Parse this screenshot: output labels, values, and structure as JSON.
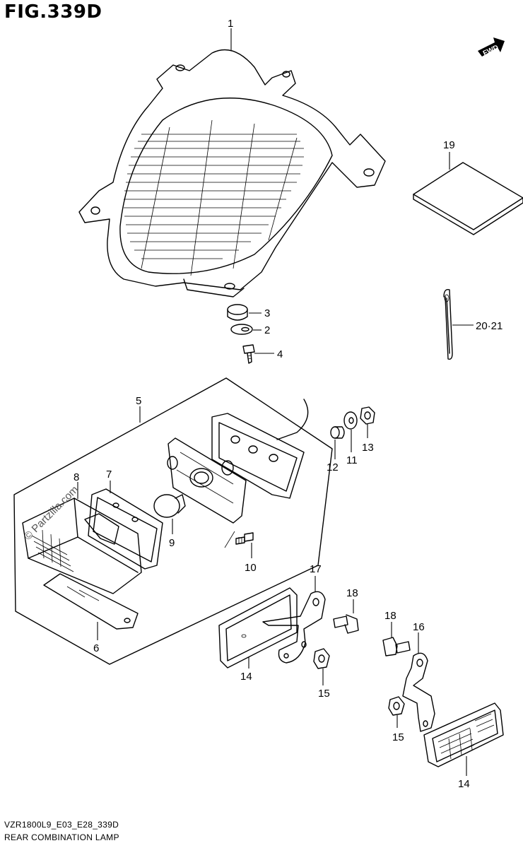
{
  "figure": {
    "title": "FIG.339D",
    "fwd_label": "FWD",
    "watermark": "© Partzilla.com",
    "footer_code": "VZR1800L9_E03_E28_339D",
    "footer_name": "REAR COMBINATION LAMP"
  },
  "callouts": {
    "c1": "1",
    "c2": "2",
    "c3": "3",
    "c4": "4",
    "c5": "5",
    "c6": "6",
    "c7": "7",
    "c8": "8",
    "c9": "9",
    "c10": "10",
    "c11": "11",
    "c12": "12",
    "c13": "13",
    "c14a": "14",
    "c14b": "14",
    "c15a": "15",
    "c15b": "15",
    "c16": "16",
    "c17": "17",
    "c18a": "18",
    "c18b": "18",
    "c19": "19",
    "c20_21": "20·21"
  }
}
